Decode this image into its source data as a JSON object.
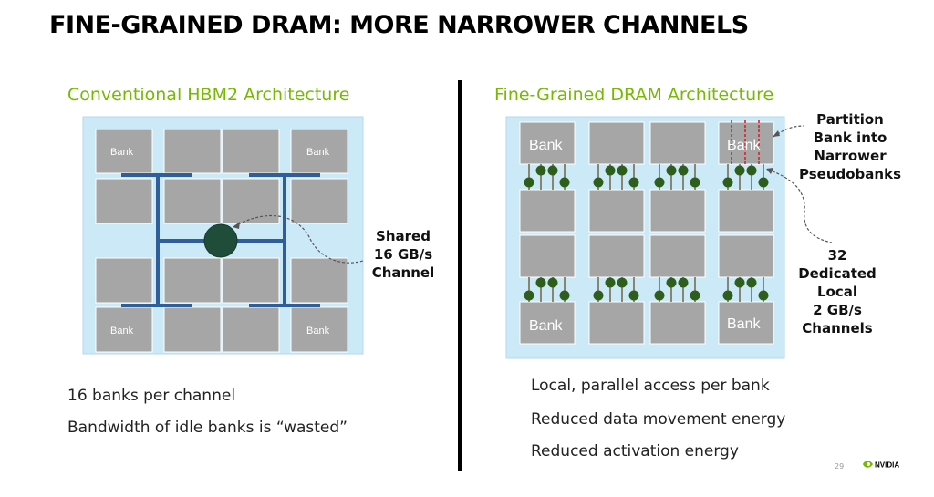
{
  "title": "FINE-GRAINED DRAM: MORE NARROWER CHANNELS",
  "left": {
    "heading": "Conventional HBM2 Architecture",
    "bank_label": "Bank",
    "callout": "Shared\n16 GB/s\nChannel",
    "bullets": [
      "16 banks per channel",
      "Bandwidth of idle banks is “wasted”"
    ]
  },
  "right": {
    "heading": "Fine-Grained DRAM Architecture",
    "bank_label": "Bank",
    "callout_top": "Partition\nBank into\nNarrower\nPseudobanks",
    "callout_bottom": "32\nDedicated\nLocal\n2 GB/s\nChannels",
    "bullets": [
      "Local, parallel access per bank",
      "Reduced data movement energy",
      "Reduced activation energy"
    ]
  },
  "page_number": "29",
  "logo_text": "NVIDIA",
  "colors": {
    "accent": "#76b900",
    "panel_bg": "#cce9f8",
    "bank_gray": "#a6a6a6",
    "bus_blue": "#2e5f9a",
    "channel_green": "#2f5e1c"
  }
}
